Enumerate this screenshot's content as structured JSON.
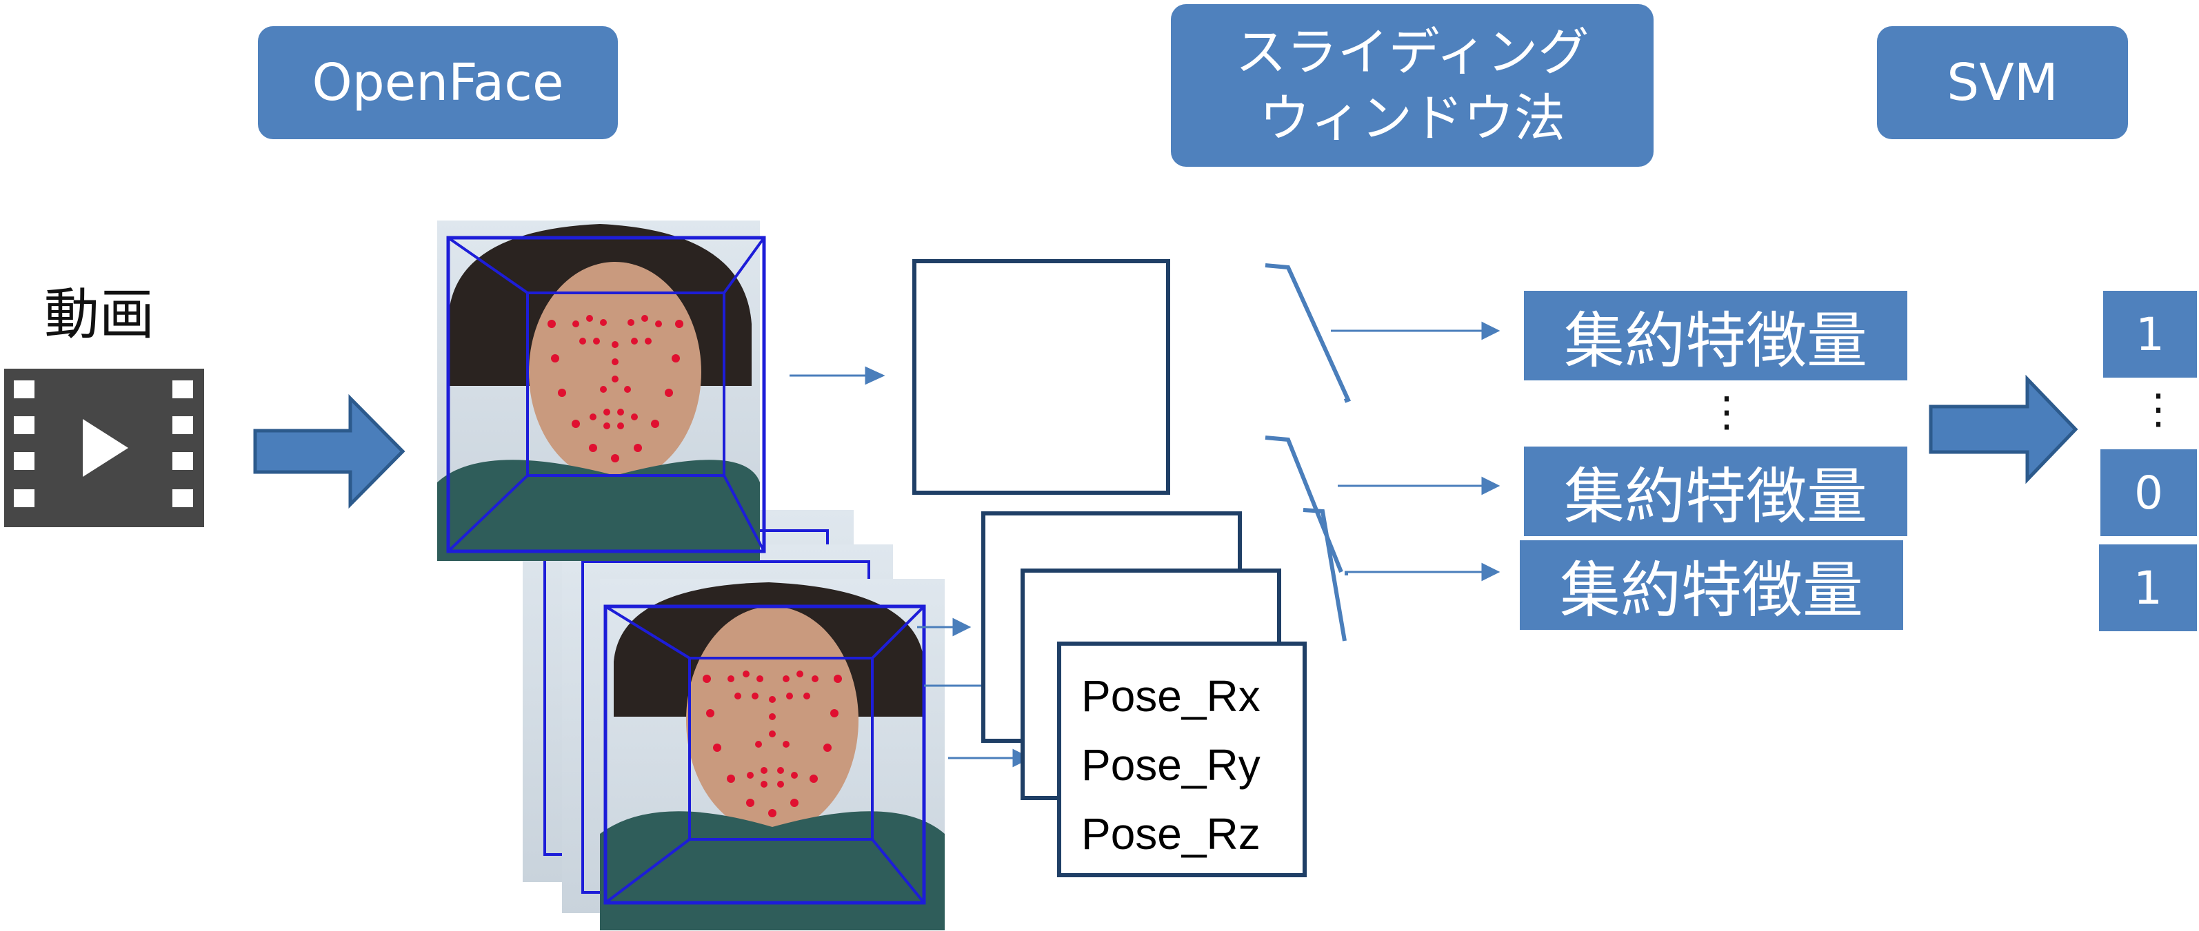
{
  "headers": {
    "openface": "OpenFace",
    "sliding_line1": "スライディング",
    "sliding_line2": "ウィンドウ法",
    "svm": "SVM"
  },
  "input": {
    "label": "動画",
    "icon": "video-file-icon"
  },
  "features": [
    {
      "label": "集約特徴量"
    },
    {
      "label": "集約特徴量"
    },
    {
      "label": "集約特徴量"
    }
  ],
  "ellipsis": "⋮",
  "outputs": [
    {
      "value": "1"
    },
    {
      "value": "0"
    },
    {
      "value": "1"
    }
  ],
  "pose_features": [
    "Pose_Rx",
    "Pose_Ry",
    "Pose_Rz"
  ],
  "colors": {
    "box_fill": "#4f81bd",
    "arrow_fill": "#4a7ebb",
    "arrow_stroke": "#2c5a8c",
    "dark_outline": "#1f3f66",
    "landmark_box": "#1d1dd8",
    "landmarks": "#e01030"
  }
}
